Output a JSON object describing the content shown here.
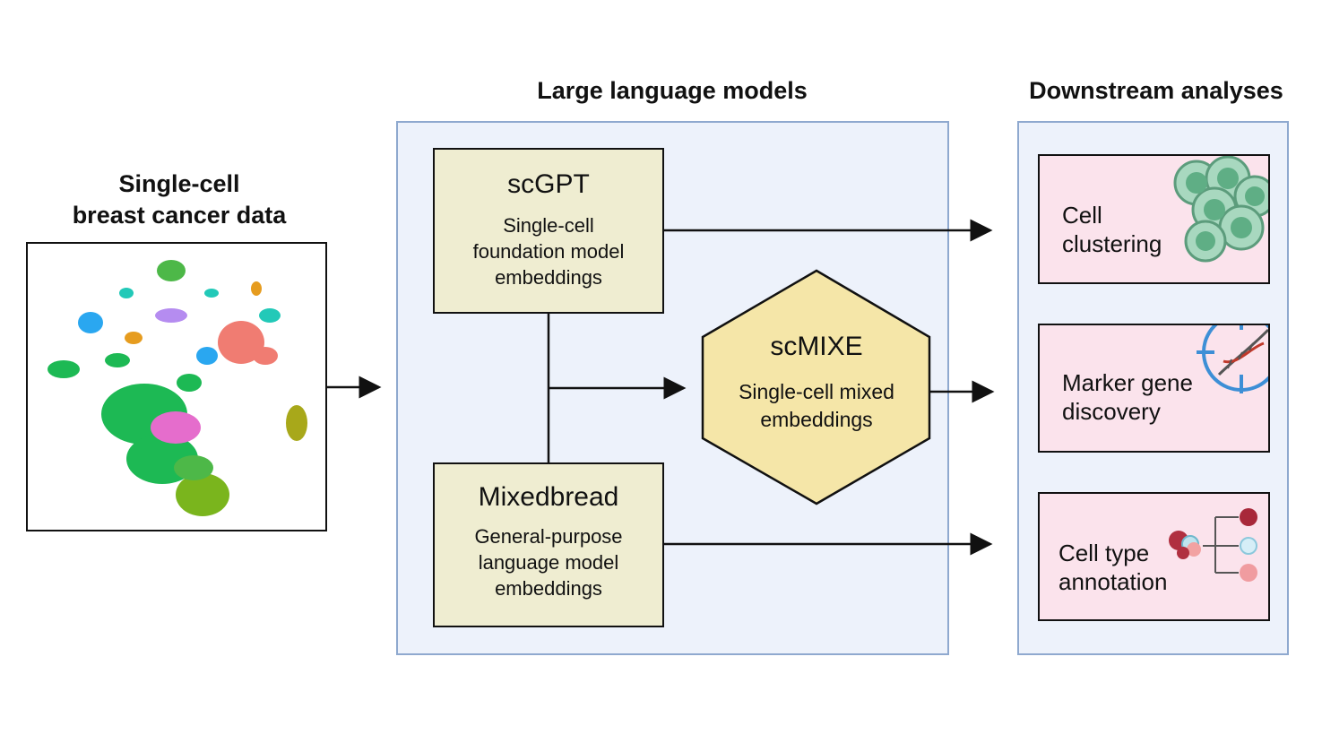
{
  "headings": {
    "input": "Single-cell\nbreast cancer data",
    "llm": "Large language models",
    "downstream": "Downstream analyses"
  },
  "models": {
    "scgpt": {
      "title": "scGPT",
      "subtitle": "Single-cell\nfoundation model\nembeddings"
    },
    "mixedbread": {
      "title": "Mixedbread",
      "subtitle": "General-purpose\nlanguage model\nembeddings"
    },
    "scmixe": {
      "title": "scMIXE",
      "subtitle": "Single-cell mixed\nembeddings"
    }
  },
  "analyses": [
    {
      "label": "Cell\nclustering",
      "icon": "cell-cluster-icon"
    },
    {
      "label": "Marker gene\ndiscovery",
      "icon": "dna-target-icon"
    },
    {
      "label": "Cell type\nannotation",
      "icon": "cell-tree-icon"
    }
  ],
  "colors": {
    "panel_bg": "#edf2fb",
    "panel_border": "#8fa9cf",
    "model_bg": "#efedd1",
    "hexagon_bg": "#f5e6a8",
    "analysis_bg": "#fbe3ec"
  },
  "umap_cluster_colors": [
    "#1db954",
    "#4db848",
    "#7ab51d",
    "#e56dcc",
    "#f07c72",
    "#b58cf0",
    "#2aa7f0",
    "#22c9b8",
    "#e69c1f",
    "#a8a81a",
    "#8ccc2a"
  ]
}
